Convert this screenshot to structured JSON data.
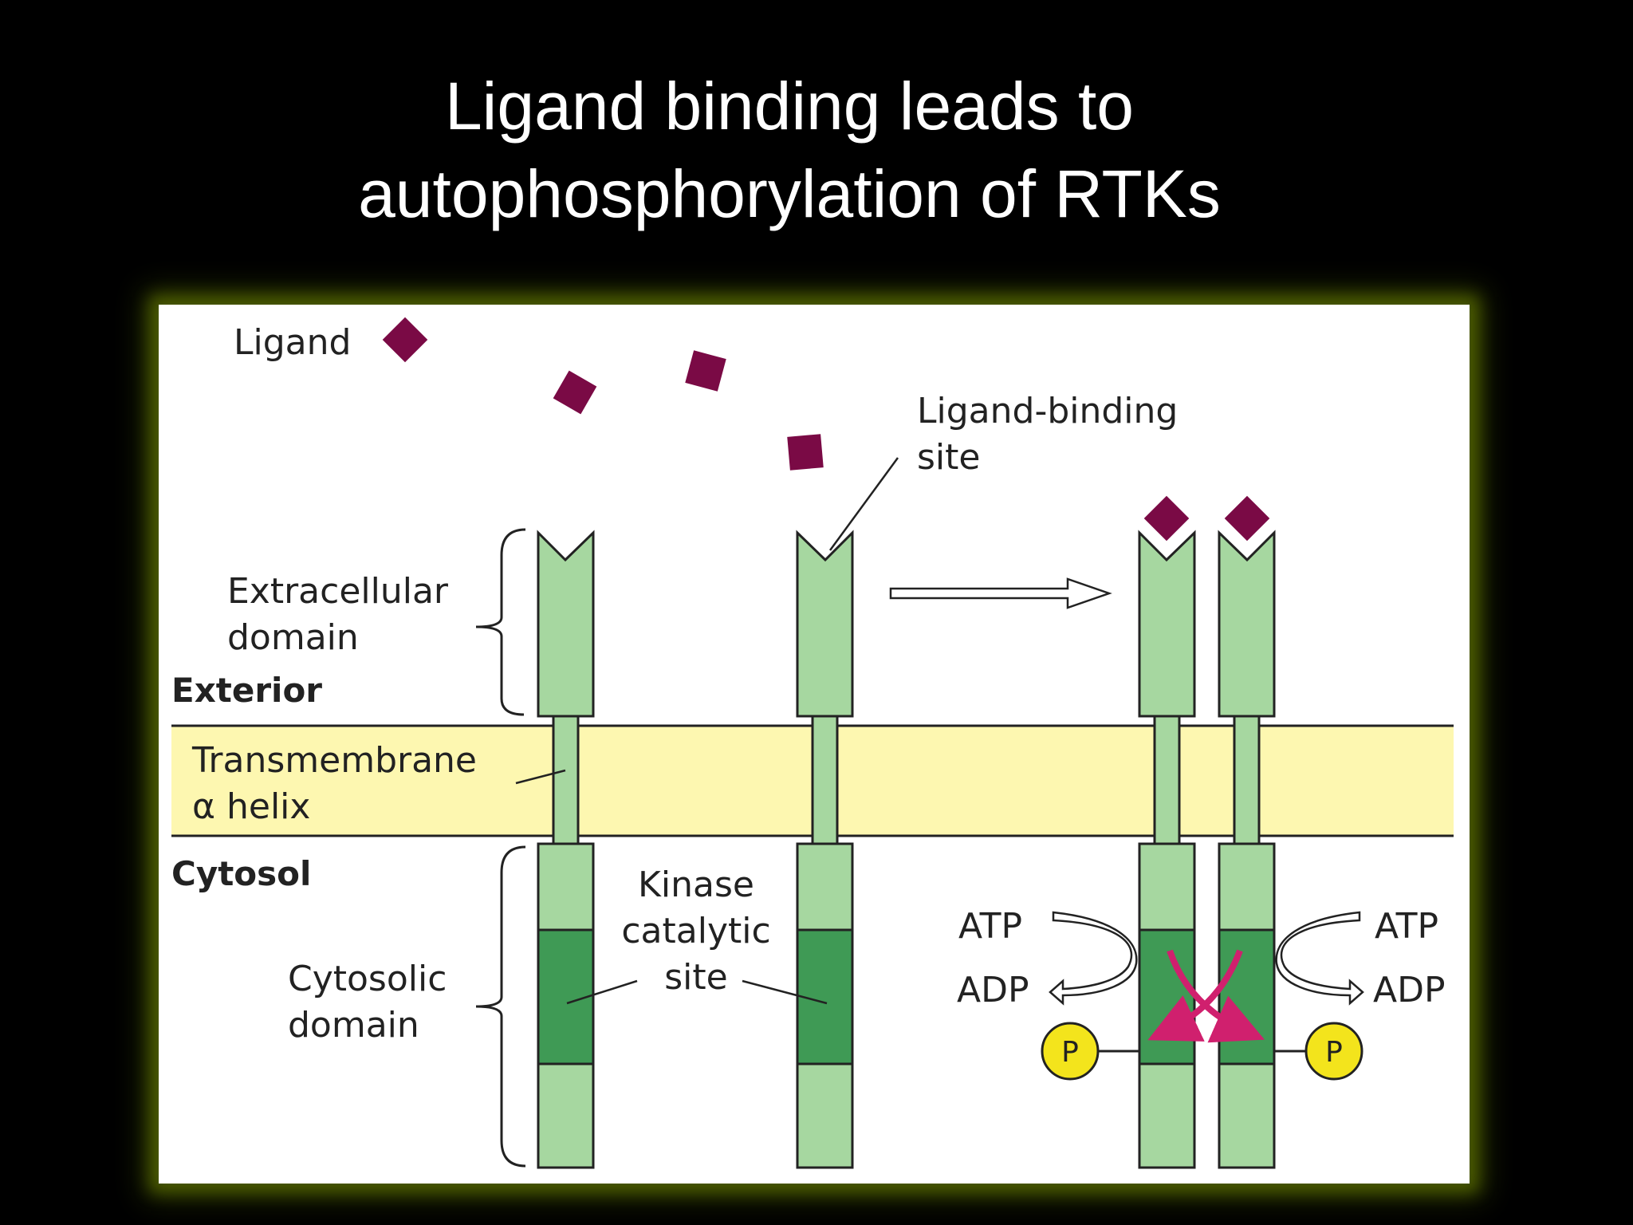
{
  "title": {
    "line1": "Ligand binding leads to",
    "line2": "autophosphorylation of RTKs"
  },
  "diagram": {
    "ligand_legend": "Ligand",
    "ligand_binding_site_line1": "Ligand-binding",
    "ligand_binding_site_line2": "site",
    "extracellular_domain_line1": "Extracellular",
    "extracellular_domain_line2": "domain",
    "exterior": "Exterior",
    "transmembrane_line1": "Transmembrane",
    "transmembrane_line2": "α helix",
    "cytosol": "Cytosol",
    "cytosolic_domain_line1": "Cytosolic",
    "cytosolic_domain_line2": "domain",
    "kinase_line1": "Kinase",
    "kinase_line2": "catalytic",
    "kinase_line3": "site",
    "atp_left": "ATP",
    "adp_left": "ADP",
    "atp_right": "ATP",
    "adp_right": "ADP",
    "phosphate_left": "P",
    "phosphate_right": "P"
  },
  "colors": {
    "background": "#000000",
    "frame_glow": "#4a5a00",
    "membrane": "#fdf7b0",
    "receptor_light": "#a6d7a0",
    "receptor_dark": "#3f9a55",
    "ligand": "#7a0a45",
    "phosphate": "#f3e41c",
    "cross_arrows": "#d0206e"
  }
}
